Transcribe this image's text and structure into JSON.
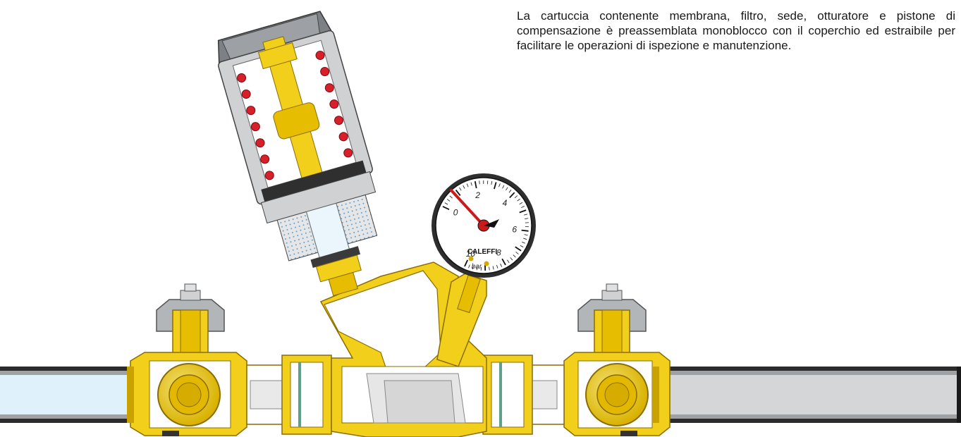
{
  "caption": "La cartuccia contenente membrana, filtro, sede, otturatore e pistone di compensazione è preassemblata monoblocco con il coperchio ed estraibile per facilitare le operazioni di ispezione e manutenzione.",
  "gauge": {
    "brand": "CALEFFI",
    "unit": "bar",
    "scale_labels": [
      "0",
      "2",
      "4",
      "6",
      "8",
      "10"
    ]
  },
  "colors": {
    "brass": "#f2cf1b",
    "brass_dark": "#c49a00",
    "steel": "#b9bcbf",
    "pipe_water": "#dff2fb",
    "needle": "#cc1a1a",
    "spring_dot": "#d8202a"
  }
}
